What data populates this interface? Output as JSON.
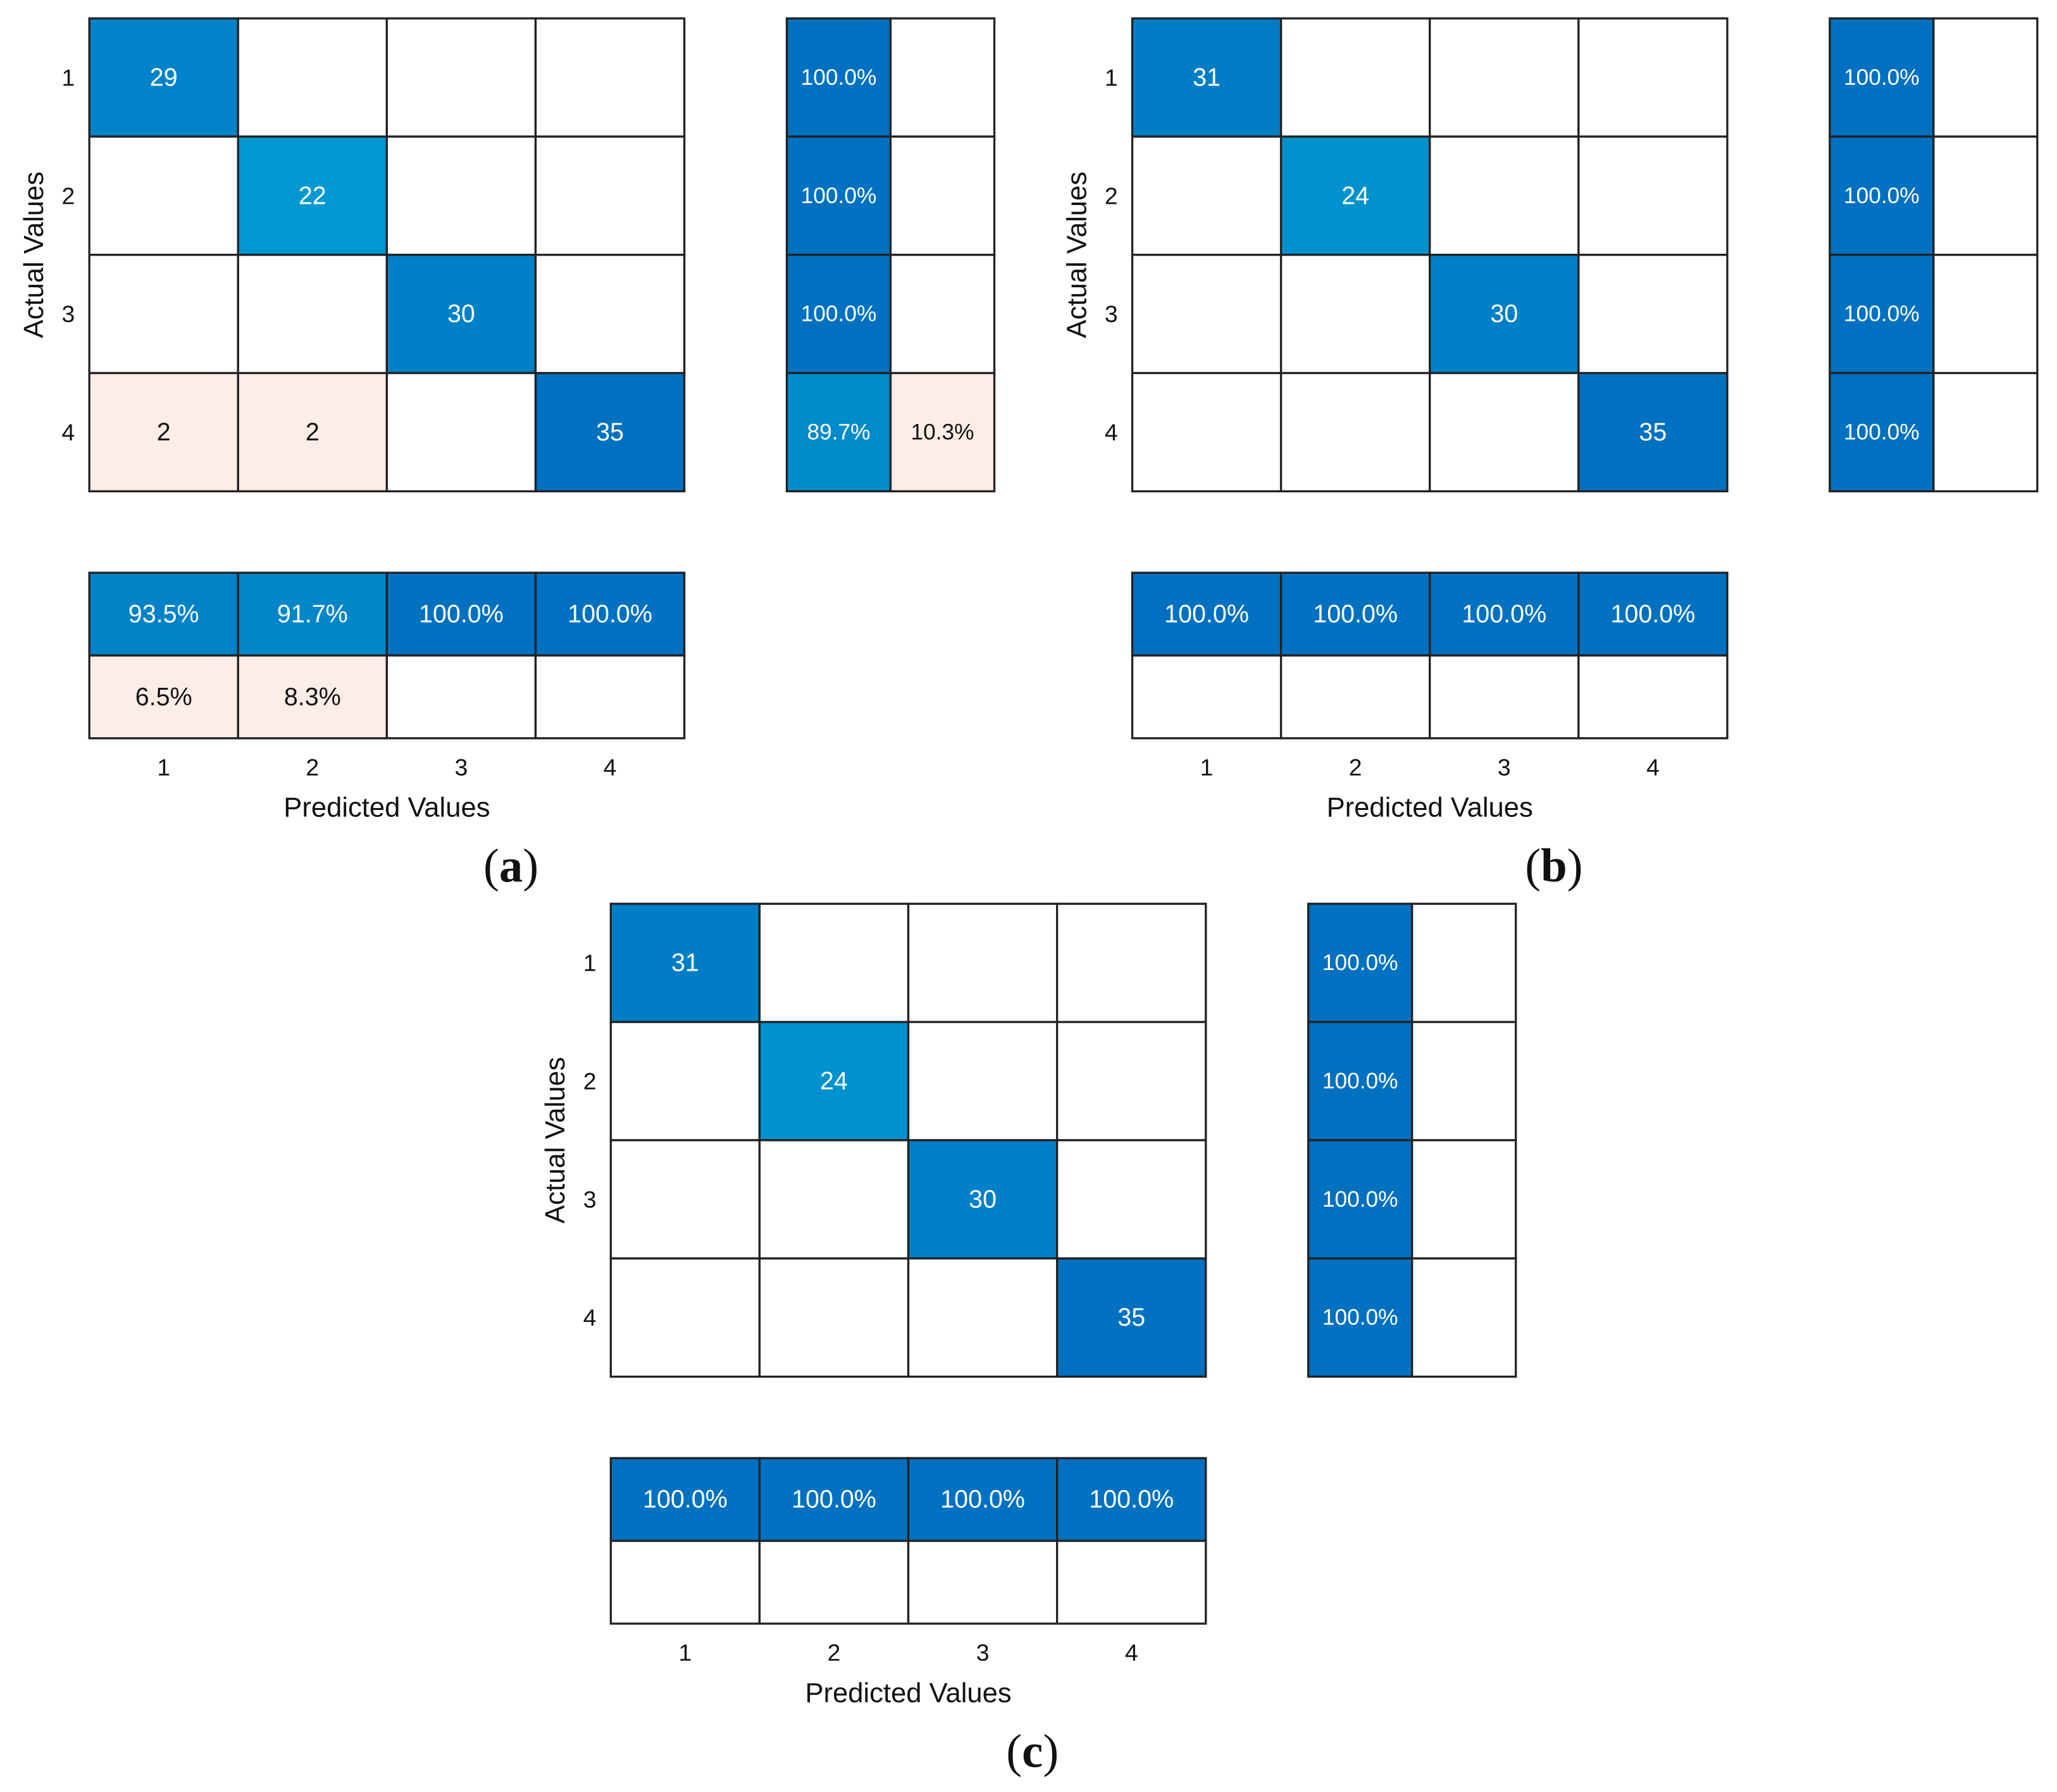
{
  "chart_data": [
    {
      "type": "heatmap",
      "panel_label": "(a)",
      "xlabel": "Predicted Values",
      "ylabel": "Actual Values",
      "row_labels": [
        "1",
        "2",
        "3",
        "4"
      ],
      "col_labels": [
        "1",
        "2",
        "3",
        "4"
      ],
      "matrix": [
        [
          29,
          0,
          0,
          0
        ],
        [
          0,
          22,
          0,
          0
        ],
        [
          0,
          0,
          30,
          0
        ],
        [
          2,
          2,
          0,
          35
        ]
      ],
      "row_summary": [
        [
          "100.0%",
          ""
        ],
        [
          "100.0%",
          ""
        ],
        [
          "100.0%",
          ""
        ],
        [
          "89.7%",
          "10.3%"
        ]
      ],
      "column_summary": [
        [
          "93.5%",
          "91.7%",
          "100.0%",
          "100.0%"
        ],
        [
          "6.5%",
          "8.3%",
          "",
          ""
        ]
      ]
    },
    {
      "type": "heatmap",
      "panel_label": "(b)",
      "xlabel": "Predicted Values",
      "ylabel": "Actual Values",
      "row_labels": [
        "1",
        "2",
        "3",
        "4"
      ],
      "col_labels": [
        "1",
        "2",
        "3",
        "4"
      ],
      "matrix": [
        [
          31,
          0,
          0,
          0
        ],
        [
          0,
          24,
          0,
          0
        ],
        [
          0,
          0,
          30,
          0
        ],
        [
          0,
          0,
          0,
          35
        ]
      ],
      "row_summary": [
        [
          "100.0%",
          ""
        ],
        [
          "100.0%",
          ""
        ],
        [
          "100.0%",
          ""
        ],
        [
          "100.0%",
          ""
        ]
      ],
      "column_summary": [
        [
          "100.0%",
          "100.0%",
          "100.0%",
          "100.0%"
        ],
        [
          "",
          "",
          "",
          ""
        ]
      ]
    },
    {
      "type": "heatmap",
      "panel_label": "(c)",
      "xlabel": "Predicted Values",
      "ylabel": "Actual Values",
      "row_labels": [
        "1",
        "2",
        "3",
        "4"
      ],
      "col_labels": [
        "1",
        "2",
        "3",
        "4"
      ],
      "matrix": [
        [
          31,
          0,
          0,
          0
        ],
        [
          0,
          24,
          0,
          0
        ],
        [
          0,
          0,
          30,
          0
        ],
        [
          0,
          0,
          0,
          35
        ]
      ],
      "row_summary": [
        [
          "100.0%",
          ""
        ],
        [
          "100.0%",
          ""
        ],
        [
          "100.0%",
          ""
        ],
        [
          "100.0%",
          ""
        ]
      ],
      "column_summary": [
        [
          "100.0%",
          "100.0%",
          "100.0%",
          "100.0%"
        ],
        [
          "",
          "",
          "",
          ""
        ]
      ]
    }
  ]
}
